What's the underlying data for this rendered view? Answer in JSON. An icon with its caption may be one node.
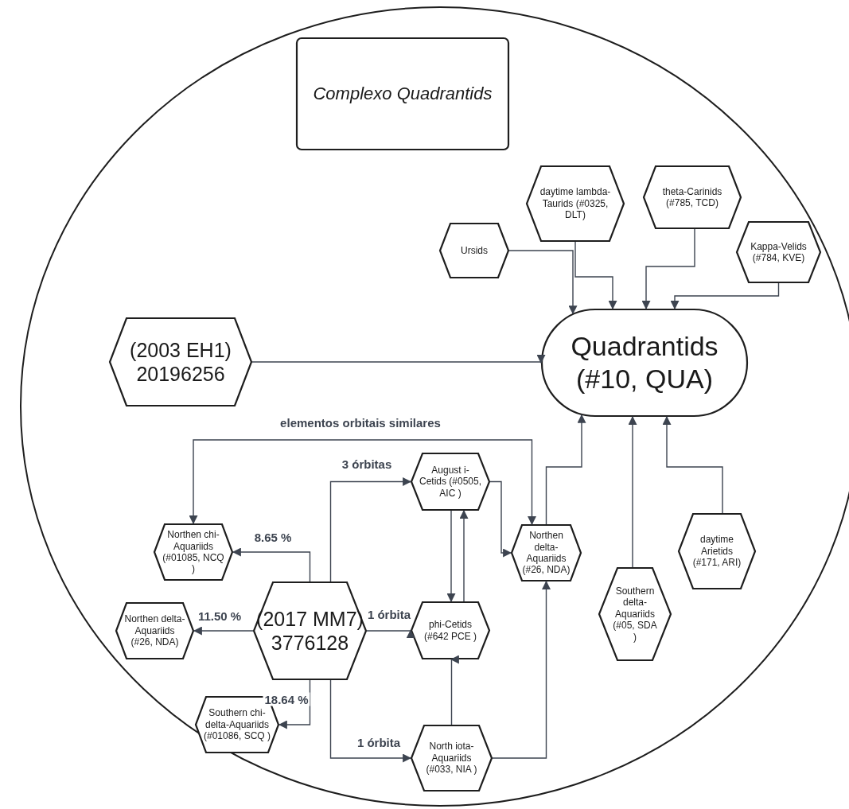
{
  "diagram": {
    "nodes": [
      {
        "text": [],
        "shape": "circle"
      },
      {
        "text": [
          "Complexo Quadrantids"
        ],
        "in": 0
      },
      {
        "text": [
          "daytime lambda-Taurids (#0325, DLT)"
        ],
        "in": 0
      },
      {
        "text": [
          "theta-Carinids (#785, TCD)"
        ],
        "in": 0
      },
      {
        "text": [
          "Ursids"
        ],
        "in": 0
      },
      {
        "text": [
          "Kappa-Velids (#784, KVE)"
        ],
        "in": 0
      },
      {
        "text": [
          "(2003 EH1) 20196256"
        ],
        "in": 0
      },
      {
        "text": [
          "Quadrantids (#10, QUA)"
        ],
        "in": 0
      },
      {
        "text": [
          "August i-Cetids (#0505, AIC )"
        ],
        "in": 0
      },
      {
        "text": [
          "Northen chi-Aquariids (#01085, NCQ )"
        ],
        "in": 0
      },
      {
        "text": [
          "Northen delta-Aquariids (#26, NDA)"
        ],
        "in": 0
      },
      {
        "text": [
          "daytime Arietids (#171, ARI)"
        ],
        "in": 0
      },
      {
        "text": [
          "Northen delta-Aquariids (#26, NDA)"
        ],
        "in": 0
      },
      {
        "text": [
          "(2017 MM7) 3776128"
        ],
        "in": 0
      },
      {
        "text": [
          "phi-Cetids (#642 PCE )"
        ],
        "in": 0
      },
      {
        "text": [
          "Southern delta-Aquariids (#05, SDA )"
        ],
        "in": 0
      },
      {
        "text": [
          "Southern chi-delta-Aquariids (#01086, SCQ )"
        ],
        "in": 0
      },
      {
        "text": [
          "North iota-Aquariids (#033, NIA )"
        ],
        "in": 0
      }
    ],
    "edges": [
      {
        "from": 4,
        "to": 7,
        "arrow": "to"
      },
      {
        "from": 2,
        "to": 7,
        "arrow": "to"
      },
      {
        "from": 3,
        "to": 7,
        "arrow": "to"
      },
      {
        "from": 5,
        "to": 7,
        "arrow": "to"
      },
      {
        "from": 6,
        "to": 7,
        "arrow": "to"
      },
      {
        "from": 10,
        "to": 7,
        "arrow": "to"
      },
      {
        "from": 15,
        "to": 7,
        "arrow": "to"
      },
      {
        "from": 11,
        "to": 7,
        "arrow": "to"
      },
      {
        "from": 10,
        "to": 9,
        "arrow": "both",
        "label": "elementos orbitais similares"
      },
      {
        "from": 13,
        "to": 9,
        "arrow": "to",
        "label": "8.65 %"
      },
      {
        "from": 13,
        "to": 12,
        "arrow": "to",
        "label": "11.50 %"
      },
      {
        "from": 13,
        "to": 16,
        "arrow": "to",
        "label": "18.64 %"
      },
      {
        "from": 13,
        "to": 8,
        "arrow": "to",
        "label": "3 órbitas"
      },
      {
        "from": 13,
        "to": 14,
        "arrow": "to",
        "label": "1 órbita"
      },
      {
        "from": 13,
        "to": 17,
        "arrow": "to",
        "label": "1 órbita"
      },
      {
        "from": 8,
        "to": 14,
        "arrow": "to"
      },
      {
        "from": 14,
        "to": 8,
        "arrow": "to"
      },
      {
        "from": 8,
        "to": 10,
        "arrow": "to"
      },
      {
        "from": 17,
        "to": 14,
        "arrow": "to"
      },
      {
        "from": 17,
        "to": 10,
        "arrow": "to"
      }
    ]
  }
}
